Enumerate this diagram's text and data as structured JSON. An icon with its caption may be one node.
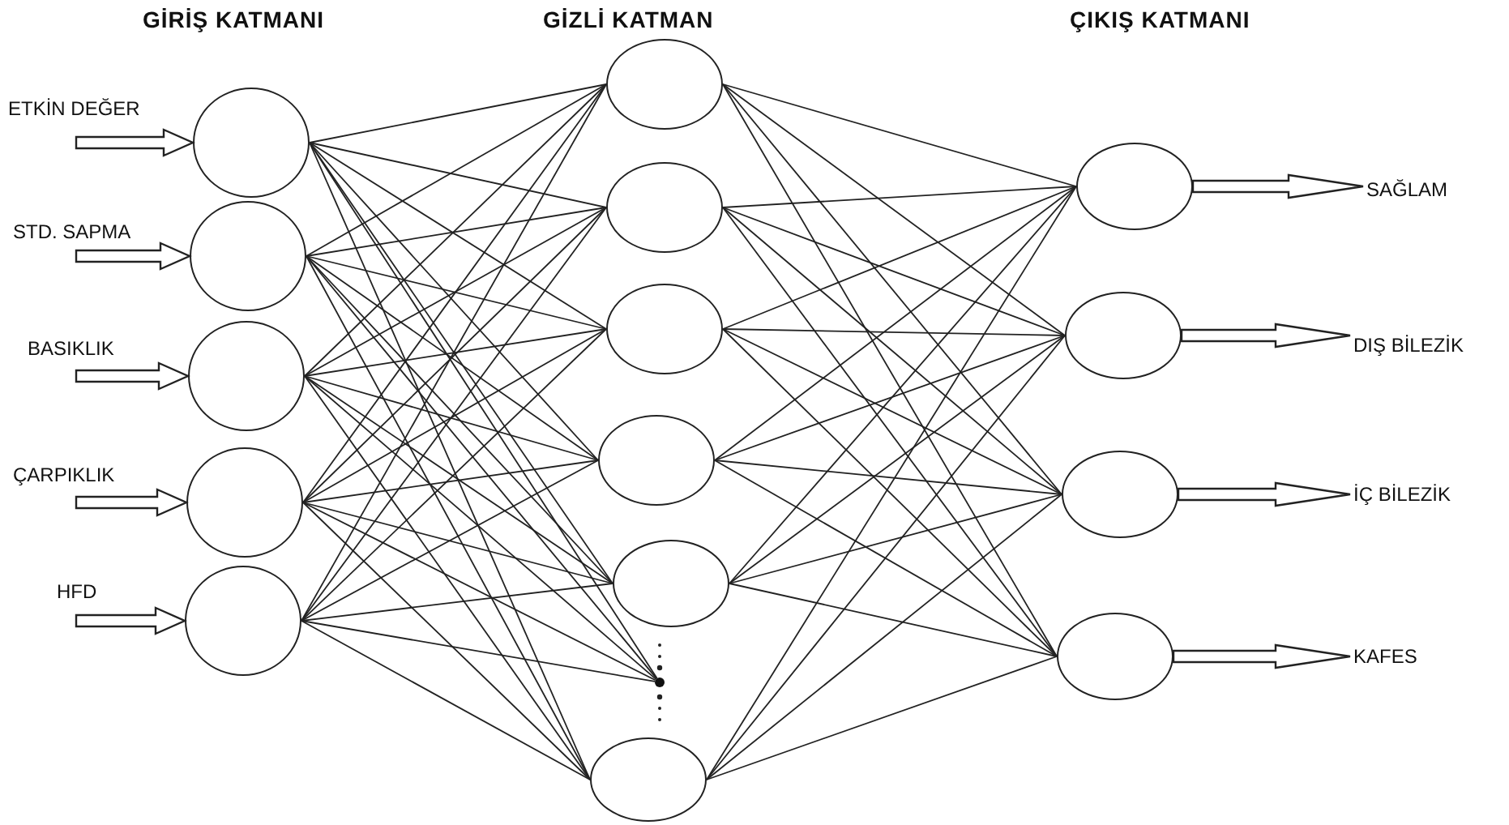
{
  "diagram": {
    "nodes": [
      {
        "text": [
          "ETKİN DEĞER"
        ]
      },
      {
        "text": [
          "STD. SAPMA"
        ]
      },
      {
        "text": [
          "BASIKLIK"
        ]
      },
      {
        "text": [
          "ÇARPIKLIK"
        ]
      },
      {
        "text": [
          "HFD"
        ]
      },
      {
        "text": [],
        "shape": "circle"
      },
      {
        "text": [],
        "shape": "circle"
      },
      {
        "text": [],
        "shape": "circle"
      },
      {
        "text": [],
        "shape": "circle"
      },
      {
        "text": [],
        "shape": "circle"
      },
      {
        "text": [],
        "shape": "circle"
      },
      {
        "text": [],
        "shape": "circle"
      },
      {
        "text": [],
        "shape": "circle"
      },
      {
        "text": [],
        "shape": "circle"
      },
      {
        "text": [],
        "shape": "circle"
      },
      {
        "text": [],
        "shape": "circle"
      },
      {
        "text": [],
        "shape": "dot"
      },
      {
        "text": [],
        "shape": "circle"
      },
      {
        "text": [],
        "shape": "circle"
      },
      {
        "text": [],
        "shape": "circle"
      },
      {
        "text": [],
        "shape": "circle"
      },
      {
        "text": [
          "SAĞLAM"
        ]
      },
      {
        "text": [
          "DIŞ BİLEZİK"
        ]
      },
      {
        "text": [
          "İÇ BİLEZİK"
        ]
      },
      {
        "text": [
          "KAFES"
        ]
      }
    ],
    "edges": [
      {
        "from": 0,
        "to": 5,
        "arrow": "to"
      },
      {
        "from": 1,
        "to": 6,
        "arrow": "to"
      },
      {
        "from": 2,
        "to": 7,
        "arrow": "to"
      },
      {
        "from": 3,
        "to": 8,
        "arrow": "to"
      },
      {
        "from": 4,
        "to": 9,
        "arrow": "to"
      },
      {
        "from": 5,
        "to": 10,
        "arrow": "none"
      },
      {
        "from": 5,
        "to": 11,
        "arrow": "none"
      },
      {
        "from": 5,
        "to": 12,
        "arrow": "none"
      },
      {
        "from": 5,
        "to": 13,
        "arrow": "none"
      },
      {
        "from": 5,
        "to": 14,
        "arrow": "none"
      },
      {
        "from": 5,
        "to": 15,
        "arrow": "none"
      },
      {
        "from": 6,
        "to": 10,
        "arrow": "none"
      },
      {
        "from": 6,
        "to": 11,
        "arrow": "none"
      },
      {
        "from": 6,
        "to": 12,
        "arrow": "none"
      },
      {
        "from": 6,
        "to": 13,
        "arrow": "none"
      },
      {
        "from": 6,
        "to": 14,
        "arrow": "none"
      },
      {
        "from": 6,
        "to": 15,
        "arrow": "none"
      },
      {
        "from": 7,
        "to": 10,
        "arrow": "none"
      },
      {
        "from": 7,
        "to": 11,
        "arrow": "none"
      },
      {
        "from": 7,
        "to": 12,
        "arrow": "none"
      },
      {
        "from": 7,
        "to": 13,
        "arrow": "none"
      },
      {
        "from": 7,
        "to": 14,
        "arrow": "none"
      },
      {
        "from": 7,
        "to": 15,
        "arrow": "none"
      },
      {
        "from": 8,
        "to": 10,
        "arrow": "none"
      },
      {
        "from": 8,
        "to": 11,
        "arrow": "none"
      },
      {
        "from": 8,
        "to": 12,
        "arrow": "none"
      },
      {
        "from": 8,
        "to": 13,
        "arrow": "none"
      },
      {
        "from": 8,
        "to": 14,
        "arrow": "none"
      },
      {
        "from": 8,
        "to": 15,
        "arrow": "none"
      },
      {
        "from": 9,
        "to": 10,
        "arrow": "none"
      },
      {
        "from": 9,
        "to": 11,
        "arrow": "none"
      },
      {
        "from": 9,
        "to": 12,
        "arrow": "none"
      },
      {
        "from": 9,
        "to": 13,
        "arrow": "none"
      },
      {
        "from": 9,
        "to": 14,
        "arrow": "none"
      },
      {
        "from": 9,
        "to": 15,
        "arrow": "none"
      },
      {
        "from": 5,
        "to": 16,
        "arrow": "none"
      },
      {
        "from": 6,
        "to": 16,
        "arrow": "none"
      },
      {
        "from": 7,
        "to": 16,
        "arrow": "none"
      },
      {
        "from": 8,
        "to": 16,
        "arrow": "none"
      },
      {
        "from": 9,
        "to": 16,
        "arrow": "none"
      },
      {
        "from": 10,
        "to": 17,
        "arrow": "none"
      },
      {
        "from": 10,
        "to": 18,
        "arrow": "none"
      },
      {
        "from": 10,
        "to": 19,
        "arrow": "none"
      },
      {
        "from": 10,
        "to": 20,
        "arrow": "none"
      },
      {
        "from": 11,
        "to": 17,
        "arrow": "none"
      },
      {
        "from": 11,
        "to": 18,
        "arrow": "none"
      },
      {
        "from": 11,
        "to": 19,
        "arrow": "none"
      },
      {
        "from": 11,
        "to": 20,
        "arrow": "none"
      },
      {
        "from": 12,
        "to": 17,
        "arrow": "none"
      },
      {
        "from": 12,
        "to": 18,
        "arrow": "none"
      },
      {
        "from": 12,
        "to": 19,
        "arrow": "none"
      },
      {
        "from": 12,
        "to": 20,
        "arrow": "none"
      },
      {
        "from": 13,
        "to": 17,
        "arrow": "none"
      },
      {
        "from": 13,
        "to": 18,
        "arrow": "none"
      },
      {
        "from": 13,
        "to": 19,
        "arrow": "none"
      },
      {
        "from": 13,
        "to": 20,
        "arrow": "none"
      },
      {
        "from": 14,
        "to": 17,
        "arrow": "none"
      },
      {
        "from": 14,
        "to": 18,
        "arrow": "none"
      },
      {
        "from": 14,
        "to": 19,
        "arrow": "none"
      },
      {
        "from": 14,
        "to": 20,
        "arrow": "none"
      },
      {
        "from": 15,
        "to": 17,
        "arrow": "none"
      },
      {
        "from": 15,
        "to": 18,
        "arrow": "none"
      },
      {
        "from": 15,
        "to": 19,
        "arrow": "none"
      },
      {
        "from": 15,
        "to": 20,
        "arrow": "none"
      },
      {
        "from": 17,
        "to": 21,
        "arrow": "to"
      },
      {
        "from": 18,
        "to": 22,
        "arrow": "to"
      },
      {
        "from": 19,
        "to": 23,
        "arrow": "to"
      },
      {
        "from": 20,
        "to": 24,
        "arrow": "to"
      }
    ],
    "labels": [
      "GİRİŞ KATMANI",
      "GİZLİ KATMAN",
      "ÇIKIŞ KATMANI"
    ]
  }
}
